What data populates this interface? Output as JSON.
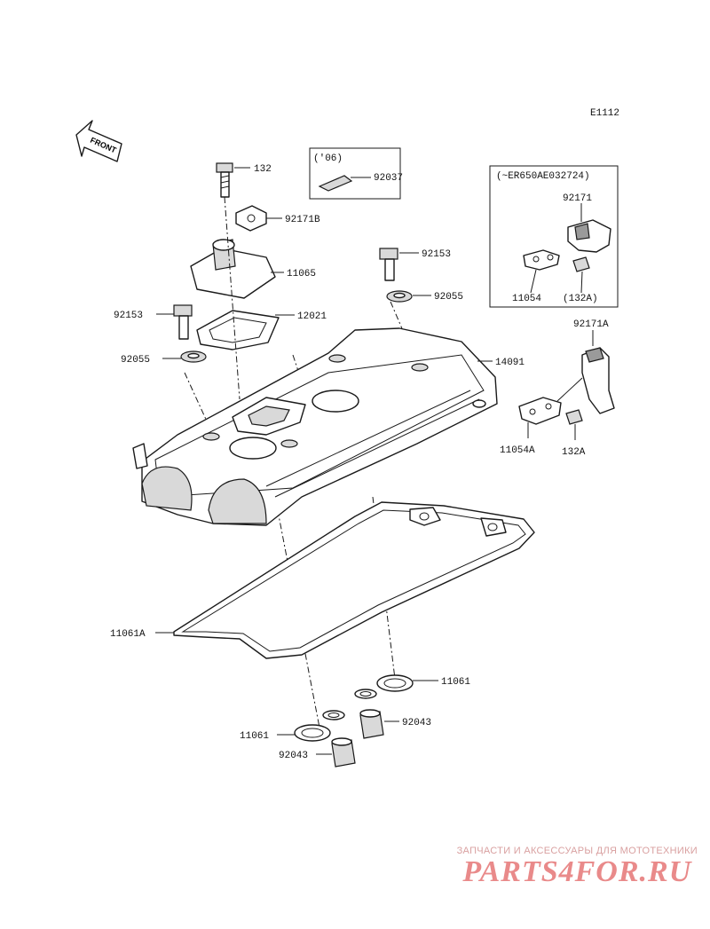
{
  "diagram_code": "E1112",
  "front_marker": "FRONT",
  "inset_06": {
    "title": "('06)",
    "part": "92037"
  },
  "inset_er": {
    "title": "(~ER650AE032724)",
    "parts": [
      "92171",
      "11054",
      "(132A)"
    ]
  },
  "labels": {
    "p132": "132",
    "p92171B": "92171B",
    "p11065": "11065",
    "p12021": "12021",
    "p92153_left": "92153",
    "p92055_left": "92055",
    "p92153_right": "92153",
    "p92055_right": "92055",
    "p14091": "14091",
    "p92171A": "92171A",
    "p11054A": "11054A",
    "p132A": "132A",
    "p11061A": "11061A",
    "p11061_right": "11061",
    "p11061_left": "11061",
    "p92043_right": "92043",
    "p92043_left": "92043"
  },
  "watermark": {
    "tagline": "ЗАПЧАСТИ И АКСЕССУАРЫ ДЛЯ МОТОТЕХНИКИ",
    "logo": "PARTS4FOR.RU"
  }
}
